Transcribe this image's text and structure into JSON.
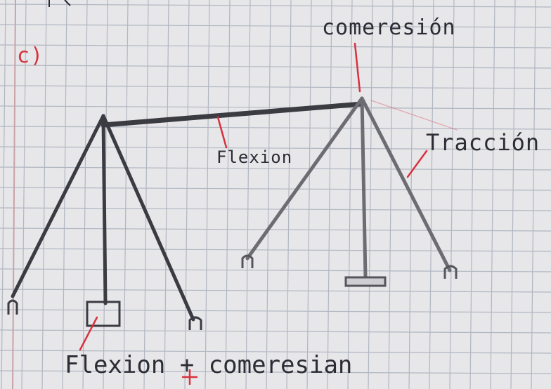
{
  "labels": {
    "part": "c)",
    "compression_top": "comeresión",
    "bending_beam": "Flexion",
    "tension": "Tracción",
    "bending_compression": "Flexion + comeresian"
  },
  "colors": {
    "paper": "#e7e7ea",
    "grid": "#9fa6b2",
    "margin_line": "#c9a2a8",
    "pencil_dark": "#3b3b42",
    "pencil_light": "#6c6c72",
    "ink_red": "#d8323e",
    "ink_blue": "#2c2c35"
  }
}
